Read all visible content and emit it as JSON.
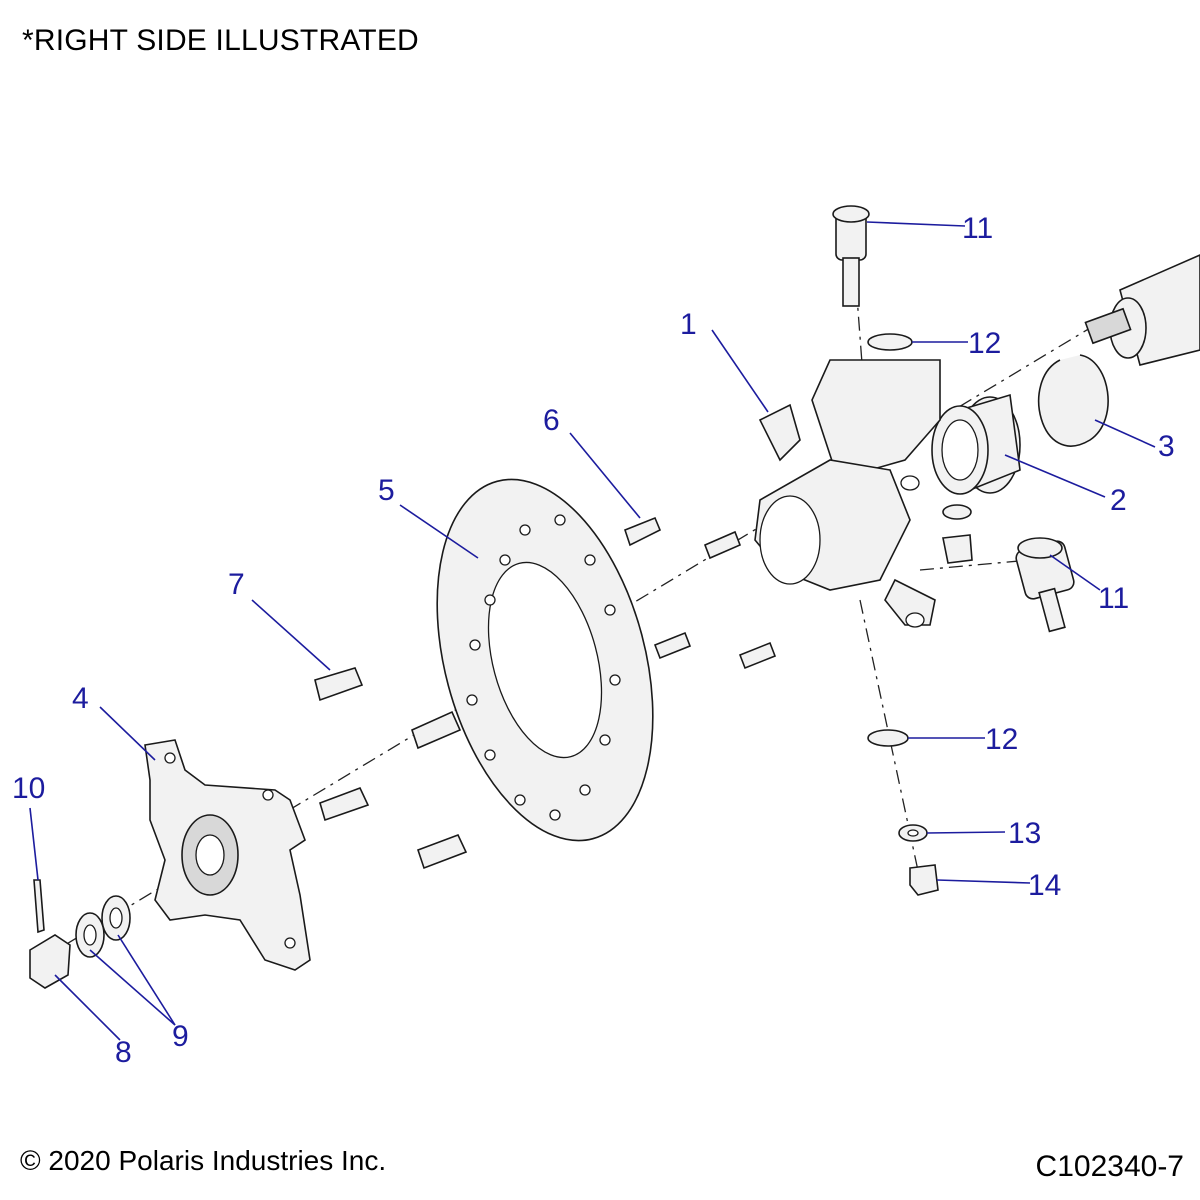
{
  "header": {
    "note": "*RIGHT SIDE ILLUSTRATED"
  },
  "footer": {
    "copyright": "© 2020 Polaris Industries Inc.",
    "drawing_code": "C102340-7"
  },
  "callouts": {
    "c1": "1",
    "c2": "2",
    "c3": "3",
    "c4": "4",
    "c5": "5",
    "c6": "6",
    "c7": "7",
    "c8": "8",
    "c9": "9",
    "c10": "10",
    "c11a": "11",
    "c11b": "11",
    "c12a": "12",
    "c12b": "12",
    "c13": "13",
    "c14": "14"
  }
}
